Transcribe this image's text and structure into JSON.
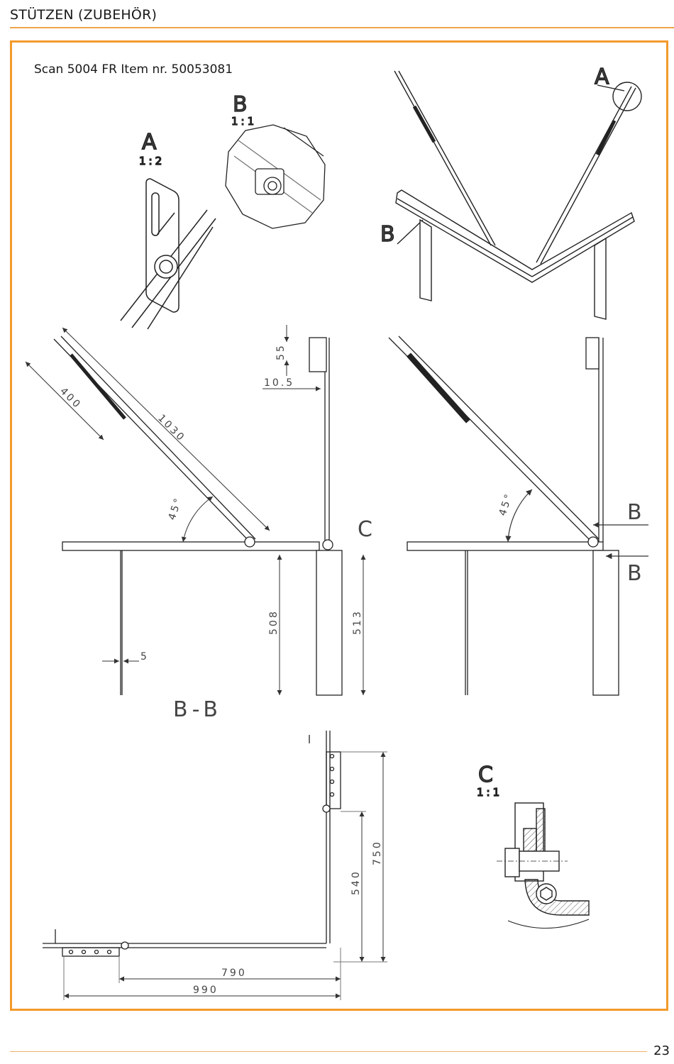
{
  "header": {
    "title": "STÜTZEN (ZUBEHÖR)"
  },
  "caption": "Scan 5004 FR Item nr. 50053081",
  "detail_labels": {
    "a": "A",
    "a_scale": "1:2",
    "b": "B",
    "b_scale": "1:1",
    "c": "C",
    "c_scale": "1:1",
    "section": "B-B"
  },
  "dimensions": {
    "d1030": "1030",
    "d400": "400",
    "d45": "45°",
    "d55": "55",
    "d10_5": "10.5",
    "d508": "508",
    "d513": "513",
    "d5": "5",
    "d750": "750",
    "d540": "540",
    "d790": "790",
    "d990": "990"
  },
  "footer": {
    "page_number": "23"
  },
  "colors": {
    "accent": "#f39a2c",
    "rule": "#f0a54a"
  }
}
